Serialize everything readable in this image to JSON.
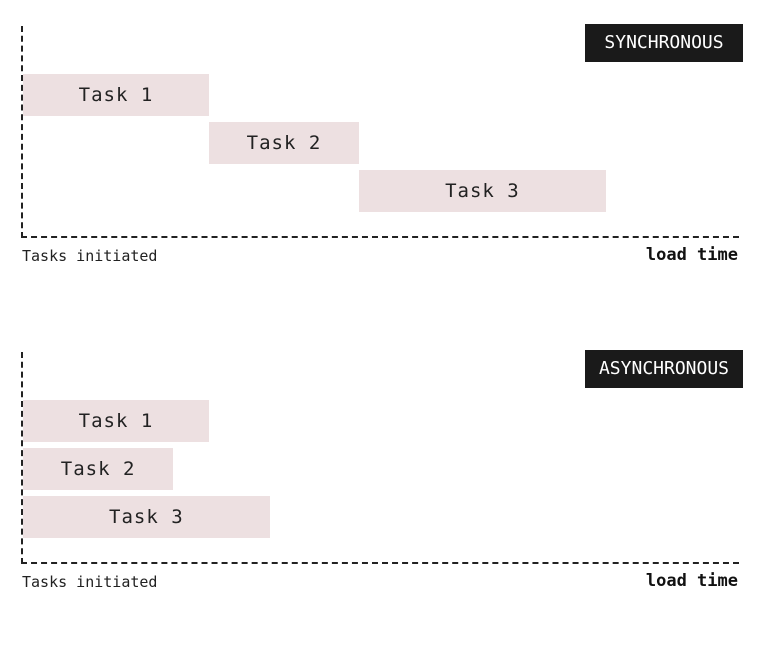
{
  "colors": {
    "task_fill": "#ede0e1",
    "badge_background": "#1a1a1a",
    "axis": "#222222"
  },
  "timeline_max": 100,
  "diagrams": [
    {
      "mode": "SYNCHRONOUS",
      "start_label": "Tasks initiated",
      "end_label": "load time",
      "tasks": [
        {
          "label": "Task 1",
          "start": 0,
          "end": 26
        },
        {
          "label": "Task 2",
          "start": 26,
          "end": 47
        },
        {
          "label": "Task 3",
          "start": 47,
          "end": 81.5
        }
      ]
    },
    {
      "mode": "ASYNCHRONOUS",
      "start_label": "Tasks initiated",
      "end_label": "load time",
      "tasks": [
        {
          "label": "Task 1",
          "start": 0,
          "end": 26
        },
        {
          "label": "Task 2",
          "start": 0,
          "end": 21
        },
        {
          "label": "Task 3",
          "start": 0,
          "end": 34.5
        }
      ]
    }
  ]
}
